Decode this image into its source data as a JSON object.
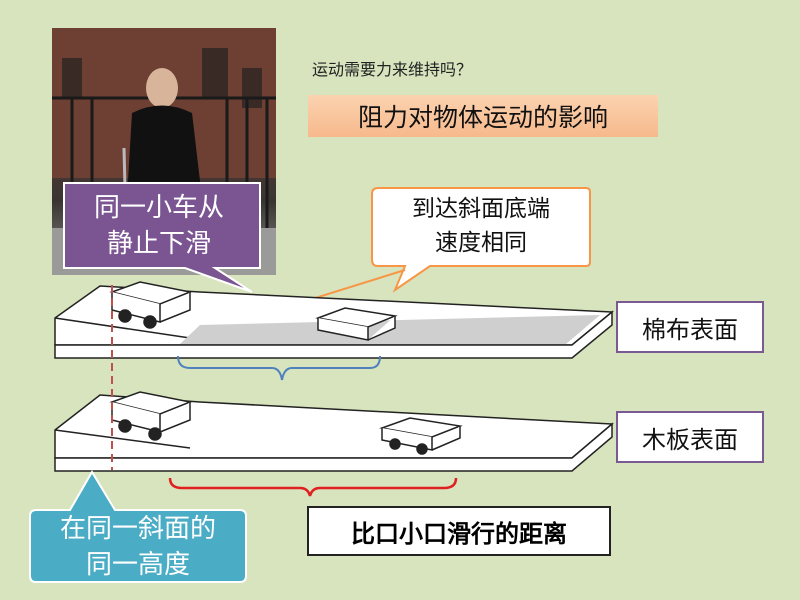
{
  "slide": {
    "question": "运动需要力来维持吗？",
    "title": "阻力对物体运动的影响",
    "callout_same_car": [
      "同一小车从",
      "静止下滑"
    ],
    "callout_same_speed": [
      "到达斜面底端",
      "速度相同"
    ],
    "label_cotton": "棉布表面",
    "label_wood": "木板表面",
    "callout_same_height": [
      "在同一斜面的",
      "同一高度"
    ],
    "compare_distance": "比口小口滑行的距离"
  },
  "colors": {
    "background": "#d7e4bd",
    "purple_callout": "#7a5592",
    "teal_callout": "#4bacc6",
    "orange_border": "#f79646",
    "blue_brace": "#4f81bd",
    "red_brace": "#e02020"
  }
}
